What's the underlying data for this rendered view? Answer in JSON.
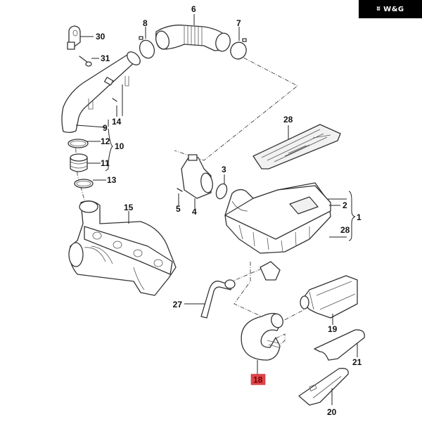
{
  "watermark": {
    "logo_icon": "wings-logo-icon",
    "logo_glyph": "ʬ",
    "text": "W&G",
    "background": "#000000",
    "color": "#ffffff"
  },
  "diagram": {
    "title": "Air intake system exploded view",
    "highlight_color": "#e0454a",
    "highlighted_part": "18",
    "callouts": {
      "c1": "1",
      "c2": "2",
      "c3": "3",
      "c4": "4",
      "c5": "5",
      "c6": "6",
      "c7": "7",
      "c8": "8",
      "c9": "9",
      "c10": "10",
      "c11": "11",
      "c12": "12",
      "c13": "13",
      "c14": "14",
      "c15": "15",
      "c18": "18",
      "c19": "19",
      "c20": "20",
      "c21": "21",
      "c27": "27",
      "c28a": "28",
      "c28b": "28",
      "c30": "30",
      "c31": "31"
    },
    "parts": [
      {
        "id": "1",
        "name": "air-filter-housing-assembly"
      },
      {
        "id": "2",
        "name": "air-filter-element"
      },
      {
        "id": "3",
        "name": "o-ring"
      },
      {
        "id": "4",
        "name": "mass-air-flow-sensor"
      },
      {
        "id": "5",
        "name": "screw"
      },
      {
        "id": "6",
        "name": "corrugated-intake-hose"
      },
      {
        "id": "7",
        "name": "hose-clamp"
      },
      {
        "id": "8",
        "name": "hose-clamp"
      },
      {
        "id": "9",
        "name": "intake-pipe"
      },
      {
        "id": "10",
        "name": "connector-kit"
      },
      {
        "id": "11",
        "name": "connecting-sleeve"
      },
      {
        "id": "12",
        "name": "hose-clamp"
      },
      {
        "id": "13",
        "name": "hose-clamp"
      },
      {
        "id": "14",
        "name": "bolt"
      },
      {
        "id": "15",
        "name": "turbocharger-manifold"
      },
      {
        "id": "18",
        "name": "air-intake-hose"
      },
      {
        "id": "19",
        "name": "air-intake-duct"
      },
      {
        "id": "20",
        "name": "air-guide"
      },
      {
        "id": "21",
        "name": "cover"
      },
      {
        "id": "27",
        "name": "breather-pipe"
      },
      {
        "id": "28",
        "name": "filter-housing-lower-part"
      },
      {
        "id": "30",
        "name": "bracket"
      },
      {
        "id": "31",
        "name": "bolt"
      }
    ]
  }
}
